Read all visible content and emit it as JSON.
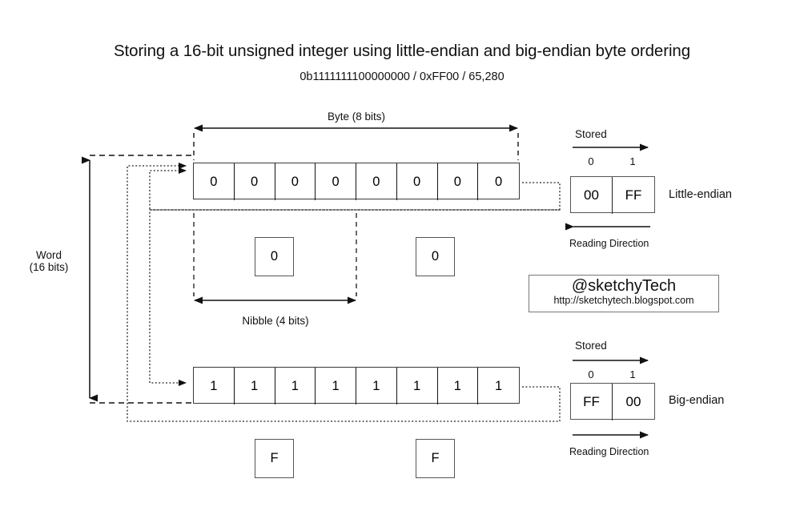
{
  "title": "Storing a 16-bit unsigned integer using little-endian and big-endian byte ordering",
  "subtitle": "0b1111111100000000 / 0xFF00 / 65,280",
  "labels": {
    "byte": "Byte (8 bits)",
    "nibble": "Nibble (4 bits)",
    "word_line1": "Word",
    "word_line2": "(16 bits)",
    "stored": "Stored",
    "reading_direction": "Reading Direction",
    "little_endian": "Little-endian",
    "big_endian": "Big-endian"
  },
  "bit_rows": {
    "high_byte": {
      "bits": [
        "0",
        "0",
        "0",
        "0",
        "0",
        "0",
        "0",
        "0"
      ]
    },
    "low_byte": {
      "bits": [
        "1",
        "1",
        "1",
        "1",
        "1",
        "1",
        "1",
        "1"
      ]
    }
  },
  "nibbles": {
    "high_byte": [
      "0",
      "0"
    ],
    "low_byte": [
      "F",
      "F"
    ]
  },
  "stored_little_endian": {
    "indices": [
      "0",
      "1"
    ],
    "cells": [
      "00",
      "FF"
    ],
    "endian_label": "Little-endian",
    "stored_label": "Stored",
    "reading_label": "Reading Direction"
  },
  "stored_big_endian": {
    "indices": [
      "0",
      "1"
    ],
    "cells": [
      "FF",
      "00"
    ],
    "endian_label": "Big-endian",
    "stored_label": "Stored",
    "reading_label": "Reading Direction"
  },
  "watermark": {
    "handle": "@sketchyTech",
    "url": "http://sketchytech.blogspot.com"
  },
  "colors": {
    "ink": "#000000",
    "line": "#333333",
    "box_border": "#555555",
    "background": "#ffffff"
  }
}
